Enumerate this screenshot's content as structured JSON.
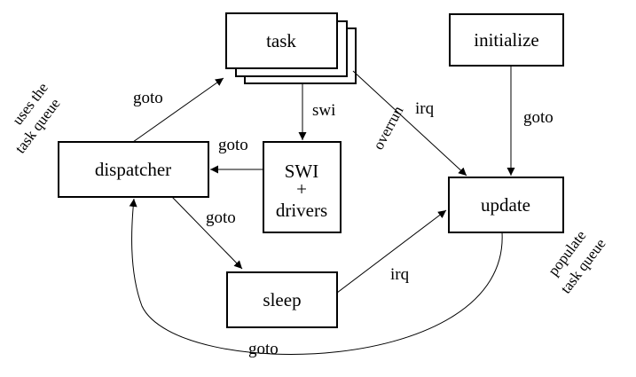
{
  "nodes": {
    "task": "task",
    "initialize": "initialize",
    "dispatcher": "dispatcher",
    "swi_line1": "SWI",
    "swi_line2": "+",
    "swi_line3": "drivers",
    "update": "update",
    "sleep": "sleep"
  },
  "edges": {
    "dispatcher_to_task": "goto",
    "task_to_swi": "swi",
    "task_to_update_irq": "irq",
    "task_to_update_overrun": "overrun",
    "initialize_to_update": "goto",
    "swi_to_dispatcher": "goto",
    "dispatcher_to_sleep": "goto",
    "sleep_to_update": "irq",
    "update_to_dispatcher": "goto"
  },
  "annotations": {
    "dispatcher_note_line1": "uses the",
    "dispatcher_note_line2": "task queue",
    "update_note_line1": "populate",
    "update_note_line2": "task queue"
  }
}
